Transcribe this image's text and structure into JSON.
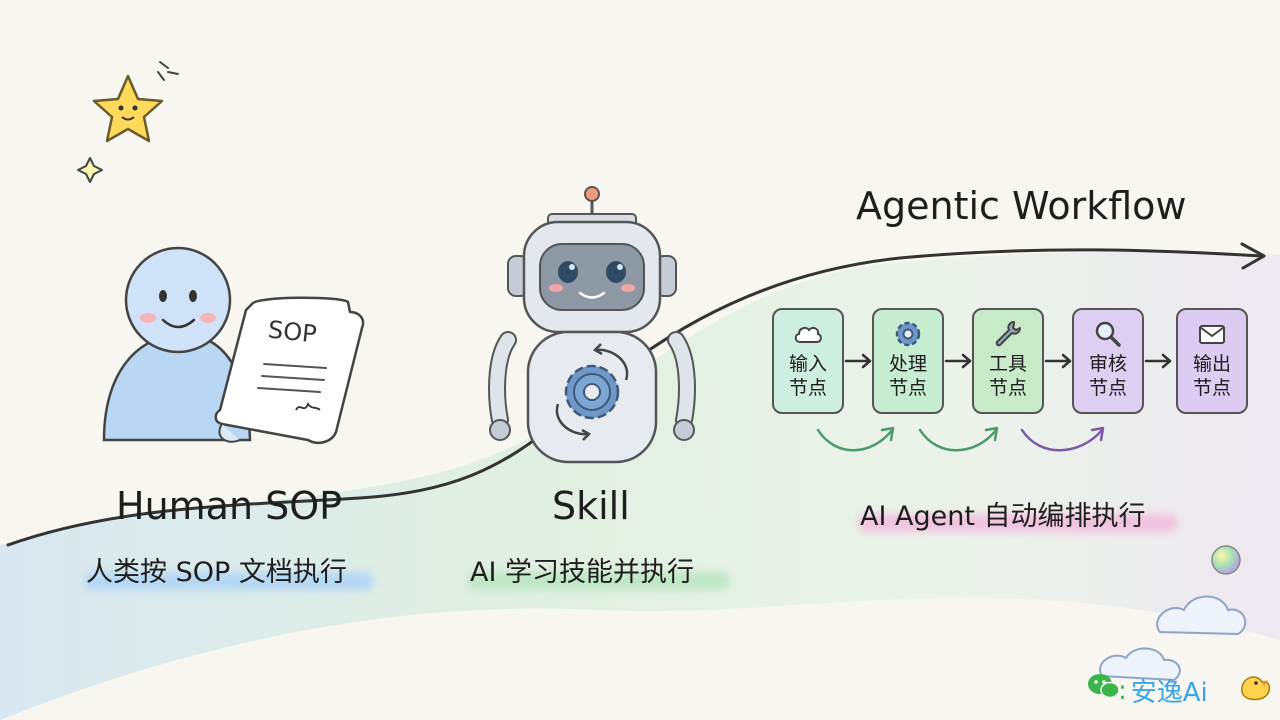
{
  "stages": {
    "human": {
      "title": "Human SOP",
      "subtitle": "人类按 SOP 文档执行",
      "doc_label": "SOP",
      "accent": "#9fc6ec"
    },
    "skill": {
      "title": "Skill",
      "subtitle": "AI 学习技能并执行",
      "accent": "#a8dcb0"
    },
    "workflow": {
      "title": "Agentic Workflow",
      "subtitle": "AI Agent 自动编排执行",
      "accent": "#e9b7d6"
    }
  },
  "nodes": [
    {
      "line1": "输入",
      "line2": "节点",
      "icon": "cloud-icon",
      "color": "#cdeee0"
    },
    {
      "line1": "处理",
      "line2": "节点",
      "icon": "gear-icon",
      "color": "#c6ecd2"
    },
    {
      "line1": "工具",
      "line2": "节点",
      "icon": "wrench-icon",
      "color": "#c8eac9"
    },
    {
      "line1": "审核",
      "line2": "节点",
      "icon": "magnifier-icon",
      "color": "#dccff2"
    },
    {
      "line1": "输出",
      "line2": "节点",
      "icon": "envelope-icon",
      "color": "#dcccf2"
    }
  ],
  "brand": {
    "colon": ":",
    "name": "安逸Ai"
  }
}
